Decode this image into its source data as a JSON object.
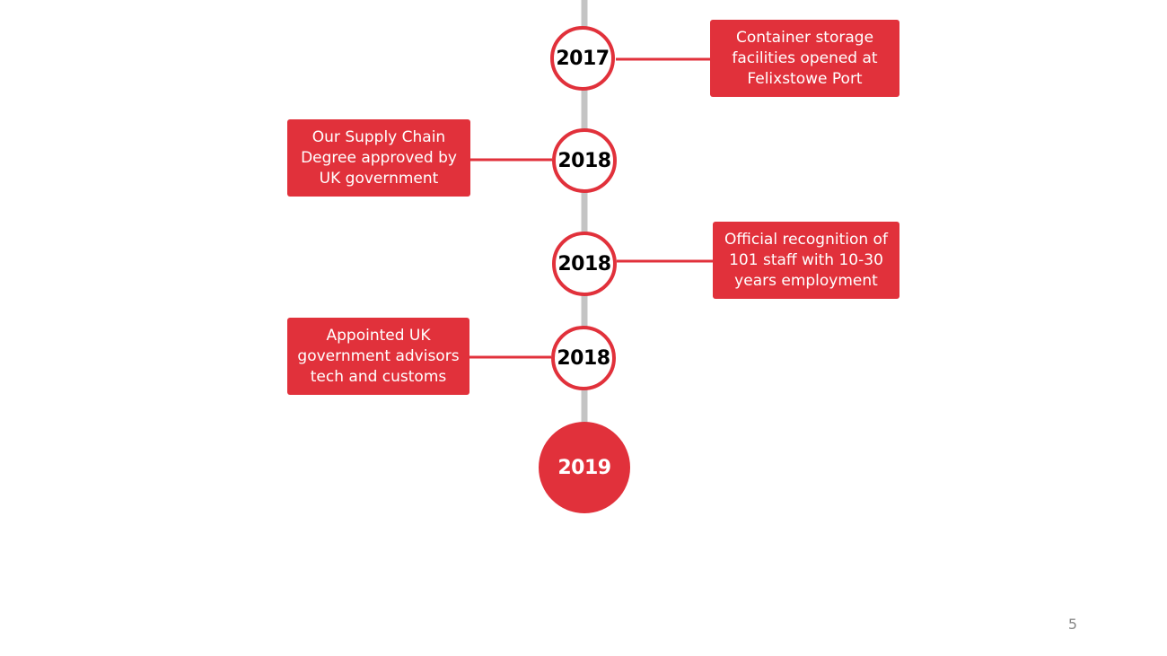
{
  "colors": {
    "accent": "#e1313b",
    "axis": "#c4c4c4",
    "box_text": "#ffffff",
    "year_text": "#000000",
    "page_number": "#888888"
  },
  "timeline": {
    "milestones": [
      {
        "year": "2017",
        "event": "Container storage facilities opened at Felixstowe Port",
        "side": "right"
      },
      {
        "year": "2018",
        "event": "Our Supply Chain Degree approved by UK government",
        "side": "left"
      },
      {
        "year": "2018",
        "event": "Official recognition of 101 staff with 10-30 years employment",
        "side": "right"
      },
      {
        "year": "2018",
        "event": "Appointed UK government advisors tech and customs",
        "side": "left"
      }
    ],
    "final": {
      "year": "2019"
    }
  },
  "footer": {
    "page_number": "5"
  }
}
